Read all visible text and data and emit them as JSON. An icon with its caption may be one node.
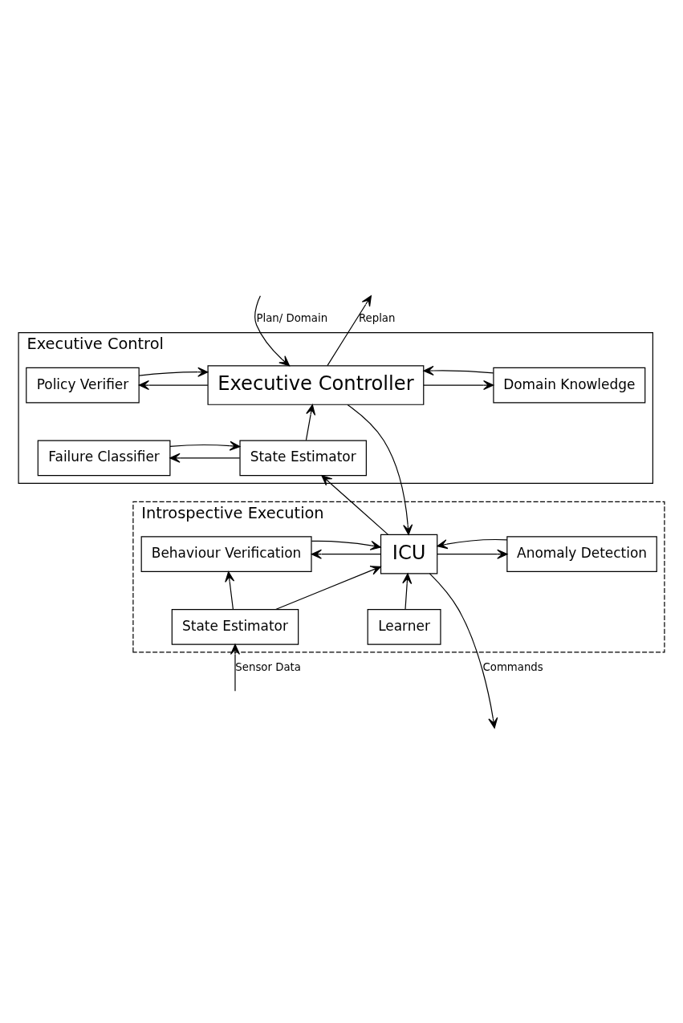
{
  "diagram": {
    "nodes": [
      {
        "text": [
          "Executive Control"
        ]
      },
      {
        "text": [
          "Domain Knowledge"
        ],
        "in": 0
      },
      {
        "text": [
          "Executive Controller"
        ],
        "in": 0
      },
      {
        "text": [
          "Policy Verifier"
        ],
        "in": 0
      },
      {
        "text": [
          "State Estimator"
        ],
        "in": 0
      },
      {
        "text": [
          "Failure Classifier"
        ],
        "in": 0
      },
      {
        "text": [
          "Introspective Execution"
        ]
      },
      {
        "text": [
          "Anomaly Detection"
        ],
        "in": 6
      },
      {
        "text": [
          "ICU"
        ],
        "in": 6
      },
      {
        "text": [
          "Behaviour Verification"
        ],
        "in": 6
      },
      {
        "text": [
          "Learner"
        ],
        "in": 6
      },
      {
        "text": [
          "State Estimator"
        ],
        "in": 6
      }
    ],
    "edges": [
      {
        "from": null,
        "to": 2,
        "arrow": "to",
        "label": "Plan/ Domain"
      },
      {
        "from": 2,
        "to": null,
        "arrow": "to",
        "label": "Replan"
      },
      {
        "from": 2,
        "to": 1,
        "arrow": "to"
      },
      {
        "from": 1,
        "to": 2,
        "arrow": "to"
      },
      {
        "from": 2,
        "to": 3,
        "arrow": "to"
      },
      {
        "from": 3,
        "to": 2,
        "arrow": "to"
      },
      {
        "from": 4,
        "to": 2,
        "arrow": "to"
      },
      {
        "from": 4,
        "to": 5,
        "arrow": "to"
      },
      {
        "from": 5,
        "to": 4,
        "arrow": "to"
      },
      {
        "from": 2,
        "to": 8,
        "arrow": "to"
      },
      {
        "from": 8,
        "to": 4,
        "arrow": "to"
      },
      {
        "from": 8,
        "to": 7,
        "arrow": "to"
      },
      {
        "from": 7,
        "to": 8,
        "arrow": "to"
      },
      {
        "from": 8,
        "to": 9,
        "arrow": "to"
      },
      {
        "from": 9,
        "to": 8,
        "arrow": "to"
      },
      {
        "from": 10,
        "to": 8,
        "arrow": "to"
      },
      {
        "from": 11,
        "to": 8,
        "arrow": "to"
      },
      {
        "from": 11,
        "to": 9,
        "arrow": "to"
      },
      {
        "from": 8,
        "to": null,
        "arrow": "to",
        "label": "Commands"
      },
      {
        "from": null,
        "to": 11,
        "arrow": "to",
        "label": "Sensor Data"
      }
    ]
  }
}
